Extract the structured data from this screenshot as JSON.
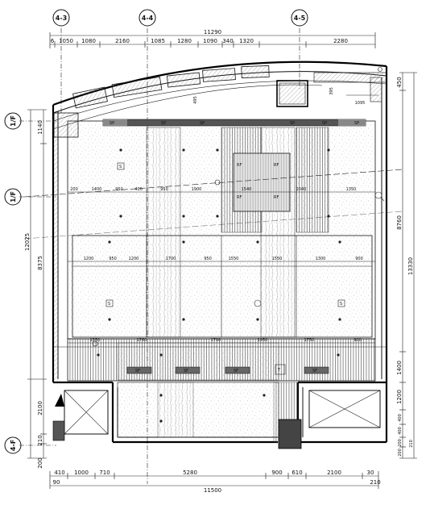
{
  "grid_bubbles": {
    "top": [
      "4-3",
      "4-4",
      "4-5"
    ],
    "left": [
      "1/F",
      "1/F",
      "4-F"
    ]
  },
  "top_dims": {
    "overall": "11290",
    "segments": [
      "6",
      "1050",
      "1080",
      "2160",
      "1085",
      "1280",
      "1090",
      "340",
      "1320",
      "2280"
    ]
  },
  "bottom_dims": {
    "overall": "11500",
    "segments": [
      "410",
      "1000",
      "710",
      "5280",
      "900",
      "610",
      "2100",
      "30"
    ],
    "extra_left": "90",
    "extra_right": "210"
  },
  "left_dims": {
    "overall": "12025",
    "seg_1140": "1140",
    "seg_8375": "8375",
    "seg_2100": "2100",
    "seg_210": "210",
    "seg_200": "200"
  },
  "right_dims": {
    "overall": "13330",
    "seg_450": "450",
    "seg_8760": "8760",
    "seg_1400": "1400",
    "seg_1200": "1200",
    "seg_400a": "400",
    "seg_400b": "400",
    "seg_200a": "200",
    "seg_200b": "200",
    "seg_210": "210"
  },
  "interior_dims": {
    "row1": [
      "200",
      "1400",
      "950",
      "400",
      "950",
      "1900",
      "1540",
      "2040",
      "1350"
    ],
    "row2": [
      "1200",
      "950",
      "1200",
      "1700",
      "950",
      "1550",
      "1550",
      "1300",
      "900"
    ],
    "row3": [
      "1350",
      "1760",
      "1700",
      "1950",
      "1750",
      "900"
    ],
    "upper": [
      "395",
      "1095",
      "495"
    ]
  },
  "tag_labels": {
    "sp": "SP",
    "t": "T",
    "s": "S",
    "rf": "RF",
    "sf": "SF"
  }
}
